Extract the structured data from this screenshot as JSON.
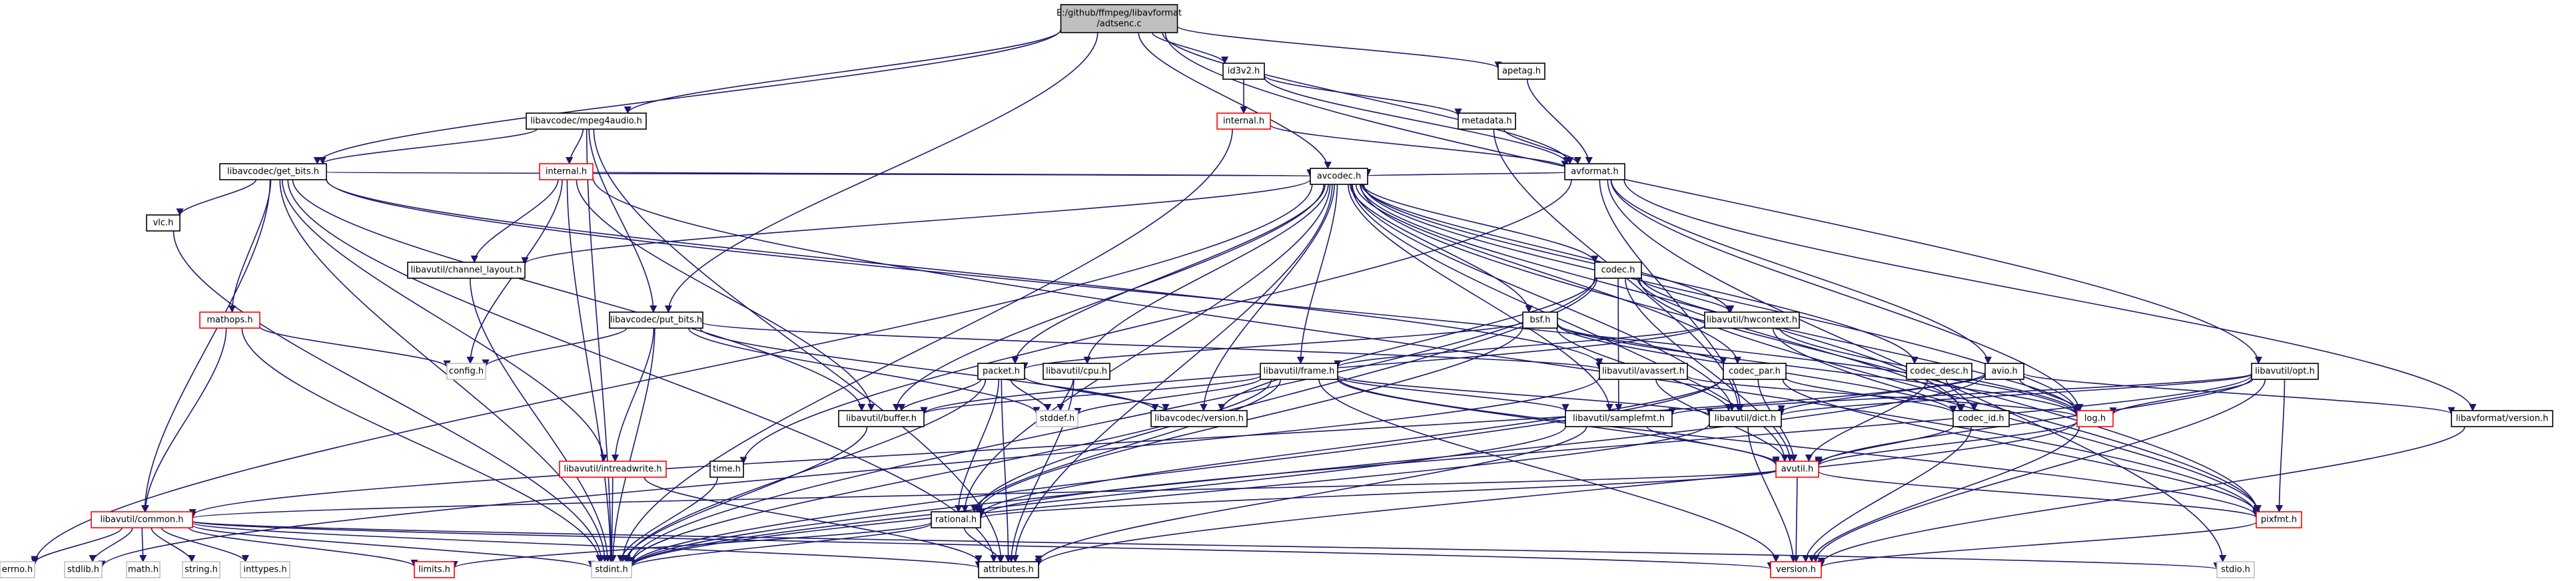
{
  "title": "E:/github/ffmpeg/libavformat/adtsenc.c",
  "colors": {
    "edge": "#191970",
    "node_fill": "#ffffff",
    "node_border_internal": "#000000",
    "node_border_missing": "#ff0000",
    "node_border_external": "#bfbfbf",
    "root_fill": "#bfbfbf",
    "text": "#000000"
  },
  "nodes": [
    {
      "id": "root",
      "lines": [
        "E:/github/ffmpeg/libavformat",
        "/adtsenc.c"
      ],
      "kind": "root"
    },
    {
      "id": "id3v2",
      "lines": [
        "id3v2.h"
      ],
      "kind": "internal"
    },
    {
      "id": "apetag",
      "lines": [
        "apetag.h"
      ],
      "kind": "internal"
    },
    {
      "id": "mpeg4audio",
      "lines": [
        "libavcodec/mpeg4audio.h"
      ],
      "kind": "internal"
    },
    {
      "id": "internal_fmt",
      "lines": [
        "internal.h"
      ],
      "kind": "missing"
    },
    {
      "id": "metadata",
      "lines": [
        "metadata.h"
      ],
      "kind": "internal"
    },
    {
      "id": "get_bits",
      "lines": [
        "libavcodec/get_bits.h"
      ],
      "kind": "internal"
    },
    {
      "id": "internal_codec",
      "lines": [
        "internal.h"
      ],
      "kind": "missing"
    },
    {
      "id": "avformat",
      "lines": [
        "avformat.h"
      ],
      "kind": "internal"
    },
    {
      "id": "vlc",
      "lines": [
        "vlc.h"
      ],
      "kind": "internal"
    },
    {
      "id": "avcodec",
      "lines": [
        "avcodec.h"
      ],
      "kind": "internal"
    },
    {
      "id": "channel_layout",
      "lines": [
        "libavutil/channel_layout.h"
      ],
      "kind": "internal"
    },
    {
      "id": "codec",
      "lines": [
        "codec.h"
      ],
      "kind": "internal"
    },
    {
      "id": "mathops",
      "lines": [
        "mathops.h"
      ],
      "kind": "missing"
    },
    {
      "id": "put_bits",
      "lines": [
        "libavcodec/put_bits.h"
      ],
      "kind": "internal"
    },
    {
      "id": "bsf",
      "lines": [
        "bsf.h"
      ],
      "kind": "internal"
    },
    {
      "id": "hwcontext",
      "lines": [
        "libavutil/hwcontext.h"
      ],
      "kind": "internal"
    },
    {
      "id": "config",
      "lines": [
        "config.h"
      ],
      "kind": "external"
    },
    {
      "id": "packet",
      "lines": [
        "packet.h"
      ],
      "kind": "internal"
    },
    {
      "id": "cpu",
      "lines": [
        "libavutil/cpu.h"
      ],
      "kind": "internal"
    },
    {
      "id": "frame",
      "lines": [
        "libavutil/frame.h"
      ],
      "kind": "internal"
    },
    {
      "id": "avassert",
      "lines": [
        "libavutil/avassert.h"
      ],
      "kind": "internal"
    },
    {
      "id": "codec_par",
      "lines": [
        "codec_par.h"
      ],
      "kind": "internal"
    },
    {
      "id": "codec_desc",
      "lines": [
        "codec_desc.h"
      ],
      "kind": "internal"
    },
    {
      "id": "avio",
      "lines": [
        "avio.h"
      ],
      "kind": "internal"
    },
    {
      "id": "opt",
      "lines": [
        "libavutil/opt.h"
      ],
      "kind": "internal"
    },
    {
      "id": "buffer",
      "lines": [
        "libavutil/buffer.h"
      ],
      "kind": "internal"
    },
    {
      "id": "stddef",
      "lines": [
        "stddef.h"
      ],
      "kind": "external"
    },
    {
      "id": "lavc_version",
      "lines": [
        "libavcodec/version.h"
      ],
      "kind": "internal"
    },
    {
      "id": "samplefmt",
      "lines": [
        "libavutil/samplefmt.h"
      ],
      "kind": "internal"
    },
    {
      "id": "dict",
      "lines": [
        "libavutil/dict.h"
      ],
      "kind": "internal"
    },
    {
      "id": "codec_id",
      "lines": [
        "codec_id.h"
      ],
      "kind": "internal"
    },
    {
      "id": "log",
      "lines": [
        "log.h"
      ],
      "kind": "missing"
    },
    {
      "id": "lavf_version",
      "lines": [
        "libavformat/version.h"
      ],
      "kind": "internal"
    },
    {
      "id": "intreadwrite",
      "lines": [
        "libavutil/intreadwrite.h"
      ],
      "kind": "missing"
    },
    {
      "id": "time",
      "lines": [
        "time.h"
      ],
      "kind": "internal"
    },
    {
      "id": "avutil",
      "lines": [
        "avutil.h"
      ],
      "kind": "missing"
    },
    {
      "id": "common",
      "lines": [
        "libavutil/common.h"
      ],
      "kind": "missing"
    },
    {
      "id": "rational",
      "lines": [
        "rational.h"
      ],
      "kind": "internal"
    },
    {
      "id": "pixfmt",
      "lines": [
        "pixfmt.h"
      ],
      "kind": "missing"
    },
    {
      "id": "errno",
      "lines": [
        "errno.h"
      ],
      "kind": "external"
    },
    {
      "id": "stdlib",
      "lines": [
        "stdlib.h"
      ],
      "kind": "external"
    },
    {
      "id": "math",
      "lines": [
        "math.h"
      ],
      "kind": "external"
    },
    {
      "id": "string",
      "lines": [
        "string.h"
      ],
      "kind": "external"
    },
    {
      "id": "inttypes",
      "lines": [
        "inttypes.h"
      ],
      "kind": "external"
    },
    {
      "id": "limits",
      "lines": [
        "limits.h"
      ],
      "kind": "missing"
    },
    {
      "id": "stdint",
      "lines": [
        "stdint.h"
      ],
      "kind": "external"
    },
    {
      "id": "attributes",
      "lines": [
        "attributes.h"
      ],
      "kind": "internal"
    },
    {
      "id": "version",
      "lines": [
        "version.h"
      ],
      "kind": "missing"
    },
    {
      "id": "stdio",
      "lines": [
        "stdio.h"
      ],
      "kind": "external"
    }
  ],
  "edges": [
    [
      "root",
      "id3v2"
    ],
    [
      "root",
      "apetag"
    ],
    [
      "root",
      "mpeg4audio"
    ],
    [
      "root",
      "get_bits"
    ],
    [
      "root",
      "avformat"
    ],
    [
      "root",
      "avcodec"
    ],
    [
      "root",
      "put_bits"
    ],
    [
      "root",
      "opt"
    ],
    [
      "id3v2",
      "internal_fmt"
    ],
    [
      "id3v2",
      "metadata"
    ],
    [
      "id3v2",
      "avformat"
    ],
    [
      "apetag",
      "avformat"
    ],
    [
      "internal_fmt",
      "avformat"
    ],
    [
      "internal_fmt",
      "stdint"
    ],
    [
      "metadata",
      "avformat"
    ],
    [
      "metadata",
      "dict"
    ],
    [
      "mpeg4audio",
      "get_bits"
    ],
    [
      "mpeg4audio",
      "internal_codec"
    ],
    [
      "mpeg4audio",
      "put_bits"
    ],
    [
      "mpeg4audio",
      "stdint"
    ],
    [
      "mpeg4audio",
      "attributes"
    ],
    [
      "get_bits",
      "vlc"
    ],
    [
      "get_bits",
      "mathops"
    ],
    [
      "get_bits",
      "common"
    ],
    [
      "get_bits",
      "intreadwrite"
    ],
    [
      "get_bits",
      "avcodec"
    ],
    [
      "get_bits",
      "avassert"
    ],
    [
      "get_bits",
      "log"
    ],
    [
      "get_bits",
      "stdint"
    ],
    [
      "get_bits",
      "attributes"
    ],
    [
      "get_bits",
      "buffer"
    ],
    [
      "vlc",
      "stdint"
    ],
    [
      "internal_codec",
      "channel_layout"
    ],
    [
      "internal_codec",
      "buffer"
    ],
    [
      "internal_codec",
      "config"
    ],
    [
      "internal_codec",
      "avcodec"
    ],
    [
      "internal_codec",
      "stdint"
    ],
    [
      "internal_codec",
      "pixfmt"
    ],
    [
      "avformat",
      "avcodec"
    ],
    [
      "avformat",
      "avio"
    ],
    [
      "avformat",
      "dict"
    ],
    [
      "avformat",
      "log"
    ],
    [
      "avformat",
      "lavf_version"
    ],
    [
      "avformat",
      "time"
    ],
    [
      "avformat",
      "stdio"
    ],
    [
      "avcodec",
      "channel_layout"
    ],
    [
      "avcodec",
      "codec"
    ],
    [
      "avcodec",
      "bsf"
    ],
    [
      "avcodec",
      "hwcontext"
    ],
    [
      "avcodec",
      "packet"
    ],
    [
      "avcodec",
      "cpu"
    ],
    [
      "avcodec",
      "frame"
    ],
    [
      "avcodec",
      "codec_par"
    ],
    [
      "avcodec",
      "codec_desc"
    ],
    [
      "avcodec",
      "codec_id"
    ],
    [
      "avcodec",
      "lavc_version"
    ],
    [
      "avcodec",
      "samplefmt"
    ],
    [
      "avcodec",
      "dict"
    ],
    [
      "avcodec",
      "log"
    ],
    [
      "avcodec",
      "avutil"
    ],
    [
      "avcodec",
      "rational"
    ],
    [
      "avcodec",
      "pixfmt"
    ],
    [
      "avcodec",
      "attributes"
    ],
    [
      "avcodec",
      "buffer"
    ],
    [
      "avcodec",
      "errno"
    ],
    [
      "channel_layout",
      "stdint"
    ],
    [
      "codec",
      "hwcontext"
    ],
    [
      "codec",
      "codec_id"
    ],
    [
      "codec",
      "log"
    ],
    [
      "codec",
      "avutil"
    ],
    [
      "codec",
      "samplefmt"
    ],
    [
      "codec",
      "pixfmt"
    ],
    [
      "codec",
      "rational"
    ],
    [
      "codec",
      "lavc_version"
    ],
    [
      "codec",
      "stdint"
    ],
    [
      "mathops",
      "config"
    ],
    [
      "mathops",
      "common"
    ],
    [
      "mathops",
      "stdint"
    ],
    [
      "put_bits",
      "config"
    ],
    [
      "put_bits",
      "intreadwrite"
    ],
    [
      "put_bits",
      "avassert"
    ],
    [
      "put_bits",
      "lavc_version"
    ],
    [
      "put_bits",
      "stddef"
    ],
    [
      "put_bits",
      "stdint"
    ],
    [
      "bsf",
      "packet"
    ],
    [
      "bsf",
      "codec_par"
    ],
    [
      "bsf",
      "codec_id"
    ],
    [
      "bsf",
      "dict"
    ],
    [
      "bsf",
      "log"
    ],
    [
      "bsf",
      "rational"
    ],
    [
      "hwcontext",
      "buffer"
    ],
    [
      "hwcontext",
      "frame"
    ],
    [
      "hwcontext",
      "log"
    ],
    [
      "hwcontext",
      "pixfmt"
    ],
    [
      "packet",
      "buffer"
    ],
    [
      "packet",
      "stddef"
    ],
    [
      "packet",
      "stdint"
    ],
    [
      "packet",
      "attributes"
    ],
    [
      "packet",
      "rational"
    ],
    [
      "packet",
      "lavc_version"
    ],
    [
      "cpu",
      "stddef"
    ],
    [
      "cpu",
      "attributes"
    ],
    [
      "frame",
      "buffer"
    ],
    [
      "frame",
      "stddef"
    ],
    [
      "frame",
      "dict"
    ],
    [
      "frame",
      "samplefmt"
    ],
    [
      "frame",
      "avutil"
    ],
    [
      "frame",
      "rational"
    ],
    [
      "frame",
      "pixfmt"
    ],
    [
      "frame",
      "version"
    ],
    [
      "frame",
      "stdint"
    ],
    [
      "avassert",
      "stdlib"
    ],
    [
      "avassert",
      "avutil"
    ],
    [
      "avassert",
      "log"
    ],
    [
      "codec_par",
      "codec_id"
    ],
    [
      "codec_par",
      "avutil"
    ],
    [
      "codec_par",
      "pixfmt"
    ],
    [
      "codec_par",
      "rational"
    ],
    [
      "codec_par",
      "stdint"
    ],
    [
      "codec_desc",
      "codec_id"
    ],
    [
      "codec_desc",
      "avutil"
    ],
    [
      "avio",
      "log"
    ],
    [
      "avio",
      "dict"
    ],
    [
      "avio",
      "lavf_version"
    ],
    [
      "avio",
      "stdint"
    ],
    [
      "avio",
      "common"
    ],
    [
      "opt",
      "avutil"
    ],
    [
      "opt",
      "dict"
    ],
    [
      "opt",
      "log"
    ],
    [
      "opt",
      "pixfmt"
    ],
    [
      "opt",
      "rational"
    ],
    [
      "opt",
      "samplefmt"
    ],
    [
      "opt",
      "version"
    ],
    [
      "samplefmt",
      "avutil"
    ],
    [
      "samplefmt",
      "attributes"
    ],
    [
      "samplefmt",
      "stdint"
    ],
    [
      "dict",
      "stdint"
    ],
    [
      "dict",
      "version"
    ],
    [
      "codec_id",
      "avutil"
    ],
    [
      "codec_id",
      "version"
    ],
    [
      "log",
      "avutil"
    ],
    [
      "log",
      "attributes"
    ],
    [
      "log",
      "version"
    ],
    [
      "lavf_version",
      "version"
    ],
    [
      "intreadwrite",
      "stdint"
    ],
    [
      "intreadwrite",
      "attributes"
    ],
    [
      "time",
      "stdint"
    ],
    [
      "avutil",
      "common"
    ],
    [
      "avutil",
      "rational"
    ],
    [
      "avutil",
      "version"
    ],
    [
      "avutil",
      "pixfmt"
    ],
    [
      "common",
      "errno"
    ],
    [
      "common",
      "stdlib"
    ],
    [
      "common",
      "math"
    ],
    [
      "common",
      "string"
    ],
    [
      "common",
      "inttypes"
    ],
    [
      "common",
      "limits"
    ],
    [
      "common",
      "stdint"
    ],
    [
      "common",
      "attributes"
    ],
    [
      "common",
      "version"
    ],
    [
      "common",
      "stdio"
    ],
    [
      "rational",
      "stdint"
    ],
    [
      "rational",
      "limits"
    ],
    [
      "rational",
      "attributes"
    ],
    [
      "pixfmt",
      "version"
    ],
    [
      "buffer",
      "stdint"
    ]
  ]
}
